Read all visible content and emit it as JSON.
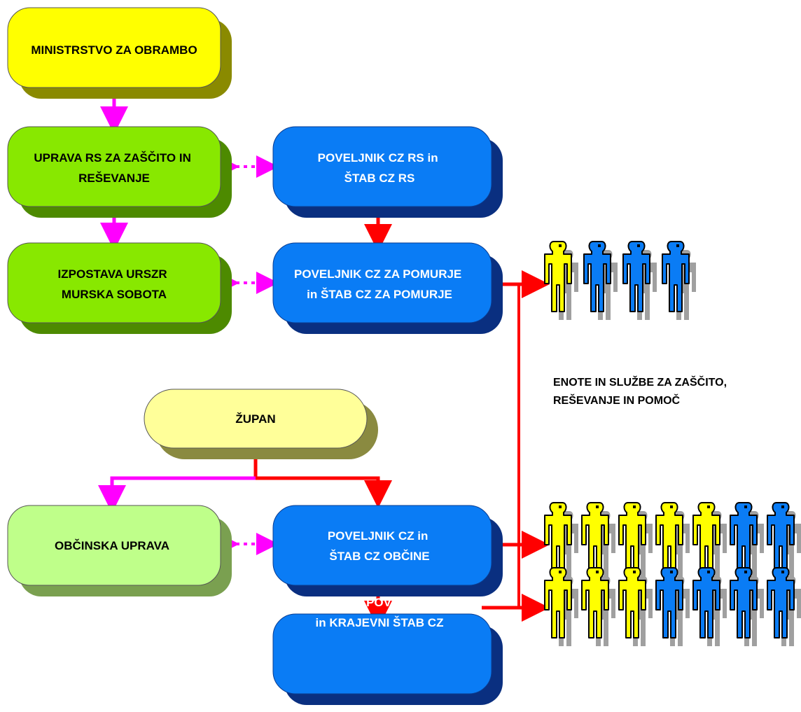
{
  "nodes": {
    "ministrstvo": {
      "lines": [
        "MINISTRSTVO ZA OBRAMBO"
      ]
    },
    "uprava_rs": {
      "lines": [
        "UPRAVA RS ZA ZAŠČITO IN",
        "REŠEVANJE"
      ]
    },
    "izpostava": {
      "lines": [
        "IZPOSTAVA URSZR",
        "MURSKA SOBOTA"
      ]
    },
    "poveljnik_rs": {
      "lines": [
        "POVELJNIK CZ RS in",
        "ŠTAB CZ RS"
      ]
    },
    "poveljnik_pomurje": {
      "lines": [
        "POVELJNIK CZ ZA POMURJE",
        "in ŠTAB CZ ZA POMURJE"
      ]
    },
    "zupan": {
      "lines": [
        "ŽUPAN"
      ]
    },
    "obcinska_uprava": {
      "lines": [
        "OBČINSKA UPRAVA"
      ]
    },
    "poveljnik_obcine": {
      "lines": [
        "POVELJNIK CZ in",
        "ŠTAB CZ OBČINE"
      ]
    },
    "krajevni": {
      "lines": [
        "KRAJEVNI POVELJNIK CZ",
        "in KRAJEVNI ŠTAB CZ"
      ]
    }
  },
  "units_caption": [
    "ENOTE IN SLUŽBE ZA ZAŠČITO,",
    "REŠEVANJE IN POMOČ"
  ],
  "colors": {
    "yellow": "#ffff00",
    "yellow_shadow": "#8a8a00",
    "green": "#88e800",
    "green_shadow": "#4d8a00",
    "light_green": "#bfff8a",
    "light_green_shadow": "#7aa050",
    "blue": "#0a7cf5",
    "blue_shadow": "#0a2f80",
    "pale_yellow": "#ffff99",
    "pale_yellow_shadow": "#8a8a40",
    "arrow_magenta": "#ff00ff",
    "arrow_red": "#ff0000",
    "person_yellow": "#ffff00",
    "person_blue": "#0a7cf5",
    "person_shadow": "#a0a0a0"
  },
  "people_groups": {
    "pomurje": [
      "yellow",
      "blue",
      "blue",
      "blue"
    ],
    "obcina": [
      "yellow",
      "yellow",
      "yellow",
      "yellow",
      "yellow",
      "blue",
      "blue"
    ],
    "krajevni": [
      "yellow",
      "yellow",
      "yellow",
      "blue",
      "blue",
      "blue",
      "blue"
    ]
  }
}
